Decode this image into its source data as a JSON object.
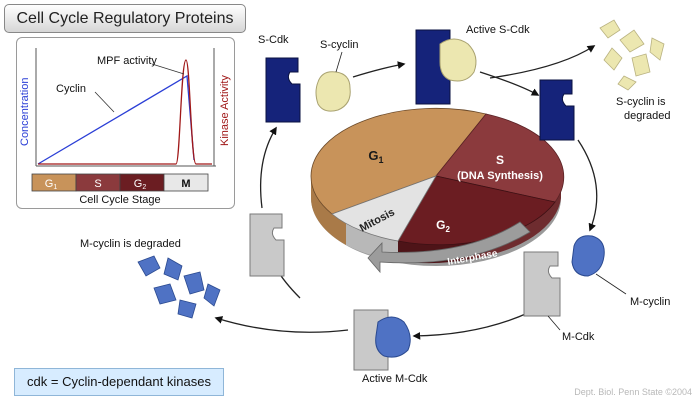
{
  "title": "Cell Cycle Regulatory Proteins",
  "graph": {
    "mpf_label": "MPF activity",
    "cyclin_label": "Cyclin",
    "y_left_label": "Concentration",
    "y_right_label": "Kinase Activity",
    "x_label": "Cell Cycle Stage",
    "stages": [
      {
        "label": "G",
        "sub": "1"
      },
      {
        "label": "S",
        "sub": ""
      },
      {
        "label": "G",
        "sub": "2"
      },
      {
        "label": "M",
        "sub": ""
      }
    ]
  },
  "pie": {
    "g1": {
      "label": "G",
      "sub": "1"
    },
    "s": {
      "label": "S",
      "detail": "(DNA Synthesis)"
    },
    "g2": {
      "label": "G",
      "sub": "2"
    },
    "mitosis": "Mitosis",
    "interphase": "Interphase"
  },
  "labels": {
    "s_cdk": "S-Cdk",
    "s_cyclin": "S-cyclin",
    "active_s_cdk": "Active S-Cdk",
    "s_cyclin_degraded_1": "S-cyclin is",
    "s_cyclin_degraded_2": "degraded",
    "m_cyclin": "M-cyclin",
    "m_cdk": "M-Cdk",
    "active_m_cdk": "Active M-Cdk",
    "m_cyclin_degraded": "M-cyclin is degraded"
  },
  "note": "cdk = Cyclin-dependant kinases",
  "credit": "Dept. Biol. Penn State ©2004",
  "colors": {
    "g1": "#c8935a",
    "s": "#8b3a3d",
    "g2": "#6b1d22",
    "m": "#e8e8e8",
    "cdk_s": "#15237a",
    "cyclin_s": "#ece7b0",
    "cdk_m": "#c9c9c9",
    "cyclin_m": "#4f72c4",
    "cyclin_line": "#2b3fd6",
    "mpf_line": "#a01818"
  }
}
